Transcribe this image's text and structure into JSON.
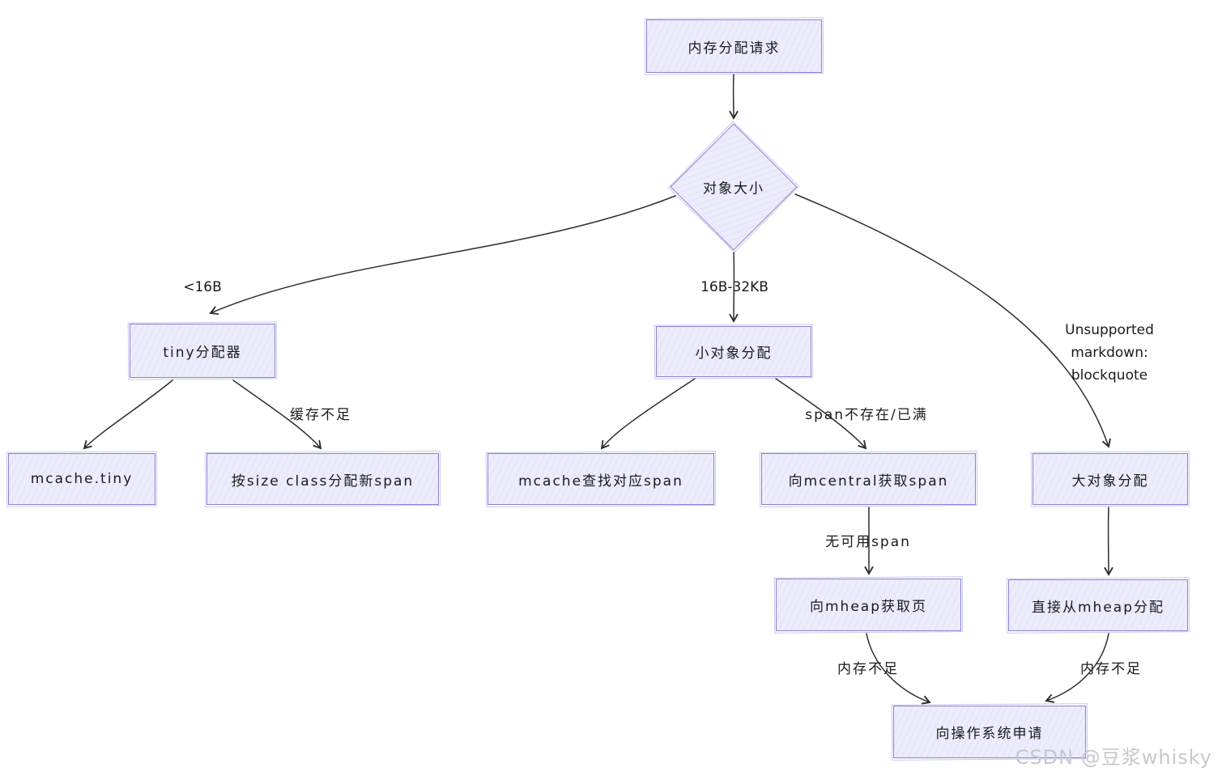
{
  "nodes": {
    "request": {
      "label": "内存分配请求"
    },
    "object_size": {
      "label": "对象大小"
    },
    "tiny_allocator": {
      "label": "tiny分配器"
    },
    "small_object": {
      "label": "小对象分配"
    },
    "large_object": {
      "label": "大对象分配"
    },
    "mcache_tiny": {
      "label": "mcache.tiny"
    },
    "size_class_span": {
      "label": "按size class分配新span"
    },
    "mcache_lookup": {
      "label": "mcache查找对应span"
    },
    "mcentral_get": {
      "label": "向mcentral获取span"
    },
    "mheap_get_page": {
      "label": "向mheap获取页"
    },
    "mheap_direct": {
      "label": "直接从mheap分配"
    },
    "os_request": {
      "label": "向操作系统申请"
    }
  },
  "edge_labels": {
    "lt_16b": {
      "label": "<16B"
    },
    "mid_range": {
      "label": "16B-32KB"
    },
    "unsupported": {
      "label": "Unsupported markdown:\nblockquote"
    },
    "cache_insufficient": {
      "label": "缓存不足"
    },
    "span_missing": {
      "label": "span不存在/已满"
    },
    "no_span": {
      "label": "无可用span"
    },
    "oom_left": {
      "label": "内存不足"
    },
    "oom_right": {
      "label": "内存不足"
    }
  },
  "watermark": "CSDN @豆浆whisky",
  "colors": {
    "node_fill": "#ececfc",
    "node_border": "#8583d6",
    "arrow": "#2e2e2e",
    "text": "#1a1a1a",
    "watermark": "#c6c8ce",
    "background": "#ffffff"
  }
}
